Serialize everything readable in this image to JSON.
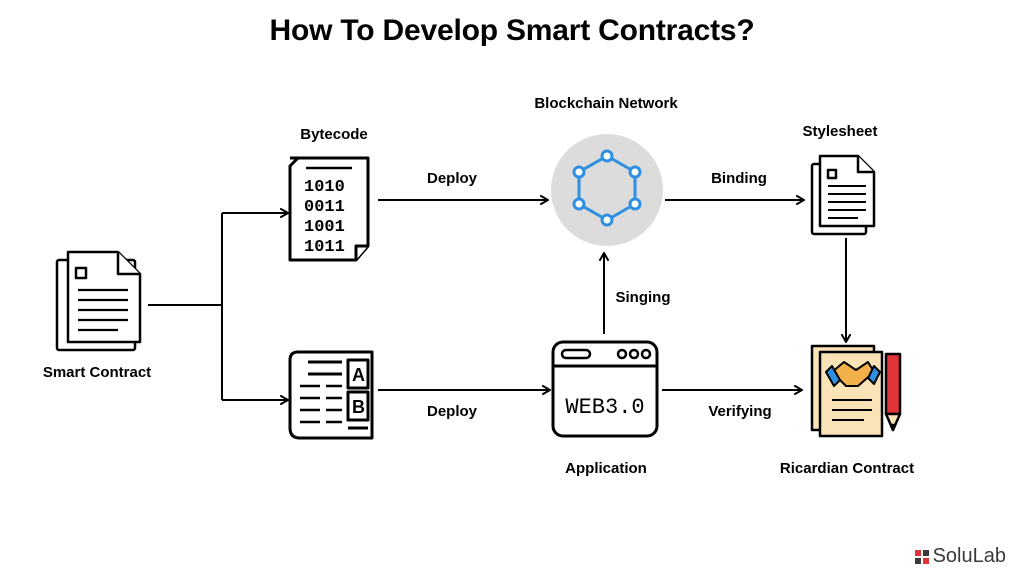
{
  "title": "How To Develop Smart Contracts?",
  "nodes": {
    "smart_contract": "Smart Contract",
    "bytecode": "Bytecode",
    "blockchain_network": "Blockchain Network",
    "stylesheet": "Stylesheet",
    "application": "Application",
    "ricardian_contract": "Ricardian Contract"
  },
  "edges": {
    "deploy_top": "Deploy",
    "binding": "Binding",
    "singing": "Singing",
    "deploy_bottom": "Deploy",
    "verifying": "Verifying"
  },
  "bytecode_rows": [
    "1010",
    "0011",
    "1001",
    "1011"
  ],
  "web_label": "WEB3.0",
  "abi_letters": [
    "A",
    "B"
  ],
  "brand": "SoluLab",
  "colors": {
    "network_circle": "#dcdcdc",
    "network_nodes": "#2f8fe0",
    "doc_fill": "#fbe3b8",
    "pencil": "#e0333a",
    "brand_red": "#e0333a"
  }
}
